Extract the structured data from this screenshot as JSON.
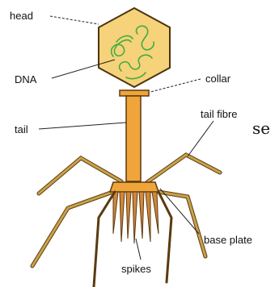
{
  "diagram": {
    "labels": {
      "head": "head",
      "dna": "DNA",
      "collar": "collar",
      "tail": "tail",
      "tail_fibre": "tail fibre",
      "base_plate": "base plate",
      "spikes": "spikes"
    },
    "stray_text": "se"
  },
  "colors": {
    "head_fill": "#f6d27a",
    "head_stroke": "#4a3410",
    "dna": "#3fae3f",
    "tail_fill": "#f0a53a",
    "tail_stroke": "#5a3a10",
    "legs": "#c9a24a",
    "spikes": "#d2873a"
  }
}
